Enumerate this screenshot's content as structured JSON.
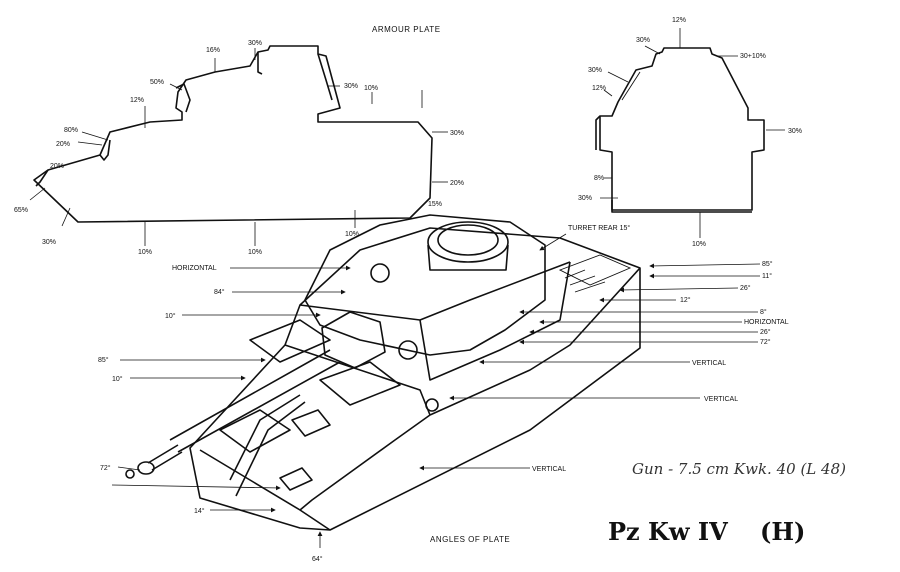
{
  "captions": {
    "armour_plate": "ARMOUR PLATE",
    "angles_of_plate": "ANGLES OF PLATE",
    "gun": "Gun - 7.5 cm Kwk. 40 (L 48)",
    "title_model": "Pz Kw IV",
    "title_variant": "(H)"
  },
  "side_view": {
    "labels": [
      "16%",
      "30%",
      "50%",
      "12%",
      "20%",
      "80%",
      "20%",
      "65%",
      "30%",
      "10%",
      "10%",
      "10%",
      "30%",
      "10%",
      "30%",
      "20%",
      "15%"
    ]
  },
  "rear_view": {
    "labels": [
      "12%",
      "30%",
      "30+10%",
      "30%",
      "12%",
      "30%",
      "8%",
      "30%",
      "10%"
    ]
  },
  "tank_view": {
    "left_labels": [
      "HORIZONTAL",
      "84°",
      "10°",
      "85°",
      "10°",
      "72°",
      "14°",
      "64°"
    ],
    "right_labels": [
      "TURRET REAR 15°",
      "85°",
      "11°",
      "26°",
      "12°",
      "8°",
      "HORIZONTAL",
      "26°",
      "72°",
      "VERTICAL",
      "VERTICAL",
      "VERTICAL"
    ]
  }
}
